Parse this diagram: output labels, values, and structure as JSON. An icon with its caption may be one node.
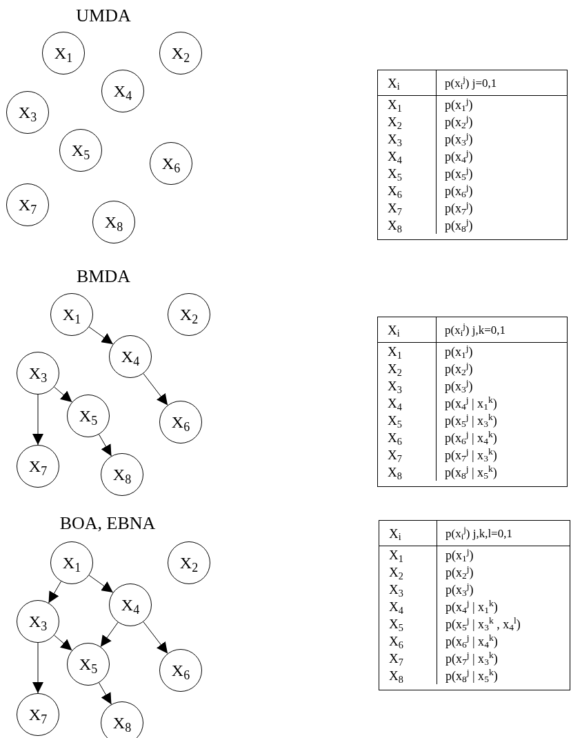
{
  "diagram": {
    "nodes": [
      {
        "text": [
          "X$_{1}$"
        ]
      },
      {
        "text": [
          "X$_{2}$"
        ]
      },
      {
        "text": [
          "X$_{3}$"
        ]
      },
      {
        "text": [
          "X$_{4}$"
        ]
      },
      {
        "text": [
          "X$_{5}$"
        ]
      },
      {
        "text": [
          "X$_{6}$"
        ]
      },
      {
        "text": [
          "X$_{7}$"
        ]
      },
      {
        "text": [
          "X$_{8}$"
        ]
      },
      {
        "text": [
          "X$_{1}$"
        ]
      },
      {
        "text": [
          "X$_{2}$"
        ]
      },
      {
        "text": [
          "X$_{3}$"
        ]
      },
      {
        "text": [
          "X$_{4}$"
        ]
      },
      {
        "text": [
          "X$_{5}$"
        ]
      },
      {
        "text": [
          "X$_{6}$"
        ]
      },
      {
        "text": [
          "X$_{7}$"
        ]
      },
      {
        "text": [
          "X$_{8}$"
        ]
      },
      {
        "text": [
          "X$_{1}$"
        ]
      },
      {
        "text": [
          "X$_{2}$"
        ]
      },
      {
        "text": [
          "X$_{3}$"
        ]
      },
      {
        "text": [
          "X$_{4}$"
        ]
      },
      {
        "text": [
          "X$_{5}$"
        ]
      },
      {
        "text": [
          "X$_{6}$"
        ]
      },
      {
        "text": [
          "X$_{7}$"
        ]
      },
      {
        "text": [
          "X$_{8}$"
        ]
      }
    ],
    "edges": [
      {
        "from": 8,
        "to": 11,
        "arrow": "to"
      },
      {
        "from": 11,
        "to": 13,
        "arrow": "to"
      },
      {
        "from": 10,
        "to": 12,
        "arrow": "to"
      },
      {
        "from": 10,
        "to": 14,
        "arrow": "to"
      },
      {
        "from": 12,
        "to": 15,
        "arrow": "to"
      },
      {
        "from": 16,
        "to": 18,
        "arrow": "to"
      },
      {
        "from": 16,
        "to": 19,
        "arrow": "to"
      },
      {
        "from": 19,
        "to": 20,
        "arrow": "to"
      },
      {
        "from": 19,
        "to": 21,
        "arrow": "to"
      },
      {
        "from": 18,
        "to": 20,
        "arrow": "to"
      },
      {
        "from": 18,
        "to": 22,
        "arrow": "to"
      },
      {
        "from": 20,
        "to": 23,
        "arrow": "to"
      }
    ],
    "labels": [
      "UMDA",
      "X$_{i}$",
      "p(x$_{i}$$^{j}$) j=0,1",
      "X$_{1}$",
      "p(x$_{1}$$^{j}$)",
      "X$_{2}$",
      "p(x$_{2}$$^{j}$)",
      "X$_{3}$",
      "p(x$_{3}$$^{j}$)",
      "X$_{4}$",
      "p(x$_{4}$$^{j}$)",
      "X$_{5}$",
      "p(x$_{5}$$^{j}$)",
      "X$_{6}$",
      "p(x$_{6}$$^{j}$)",
      "X$_{7}$",
      "p(x$_{7}$$^{j}$)",
      "X$_{8}$",
      "p(x$_{8}$$^{j}$)",
      "BMDA",
      "X$_{i}$",
      "p(x$_{i}$$^{j}$) j,k=0,1",
      "X$_{1}$",
      "p(x$_{1}$$^{j}$)",
      "X$_{2}$",
      "p(x$_{2}$$^{j}$)",
      "X$_{3}$",
      "p(x$_{3}$$^{j}$)",
      "X$_{4}$",
      "p(x$_{4}$$^{j}$ | x$_{1}$$^{k}$)",
      "X$_{5}$",
      "p(x$_{5}$$^{j}$ | x$_{3}$$^{k}$)",
      "X$_{6}$",
      "p(x$_{6}$$^{j}$ | x$_{4}$$^{k}$)",
      "X$_{7}$",
      "p(x$_{7}$$^{j}$ | x$_{3}$$^{k}$)",
      "X$_{8}$",
      "p(x$_{8}$$^{j}$ | x$_{5}$$^{k}$)",
      "BOA, EBNA",
      "X$_{i}$",
      "p(x$_{i}$$^{j}$) j,k,l=0,1",
      "X$_{1}$",
      "p(x$_{1}$$^{j}$)",
      "X$_{2}$",
      "p(x$_{2}$$^{j}$)",
      "X$_{3}$",
      "p(x$_{3}$$^{j}$)",
      "X$_{4}$",
      "p(x$_{4}$$^{j}$ | x$_{1}$$^{k}$)",
      "X$_{5}$",
      "p(x$_{5}$$^{j}$ | x$_{3}$$^{k}$ , x$_{4}$$^{l}$)",
      "X$_{6}$",
      "p(x$_{6}$$^{j}$ | x$_{4}$$^{k}$)",
      "X$_{7}$",
      "p(x$_{7}$$^{j}$ | x$_{3}$$^{k}$)",
      "X$_{8}$",
      "p(x$_{8}$$^{j}$ | x$_{5}$$^{k}$)"
    ]
  }
}
